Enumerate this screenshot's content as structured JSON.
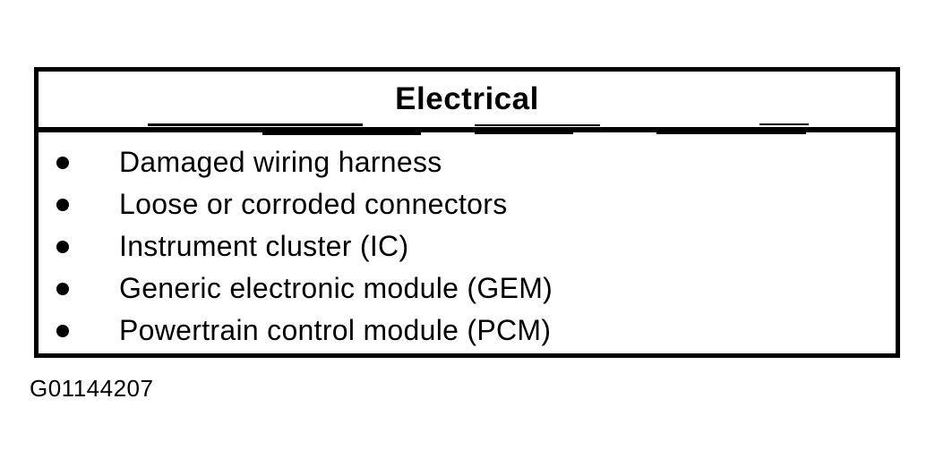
{
  "colors": {
    "ink": "#000000",
    "background": "#ffffff"
  },
  "table": {
    "title": "Electrical",
    "items": [
      "Damaged wiring harness",
      "Loose or corroded connectors",
      "Instrument cluster (IC)",
      "Generic electronic module (GEM)",
      "Powertrain control module (PCM)"
    ]
  },
  "figure_id": "G01144207"
}
